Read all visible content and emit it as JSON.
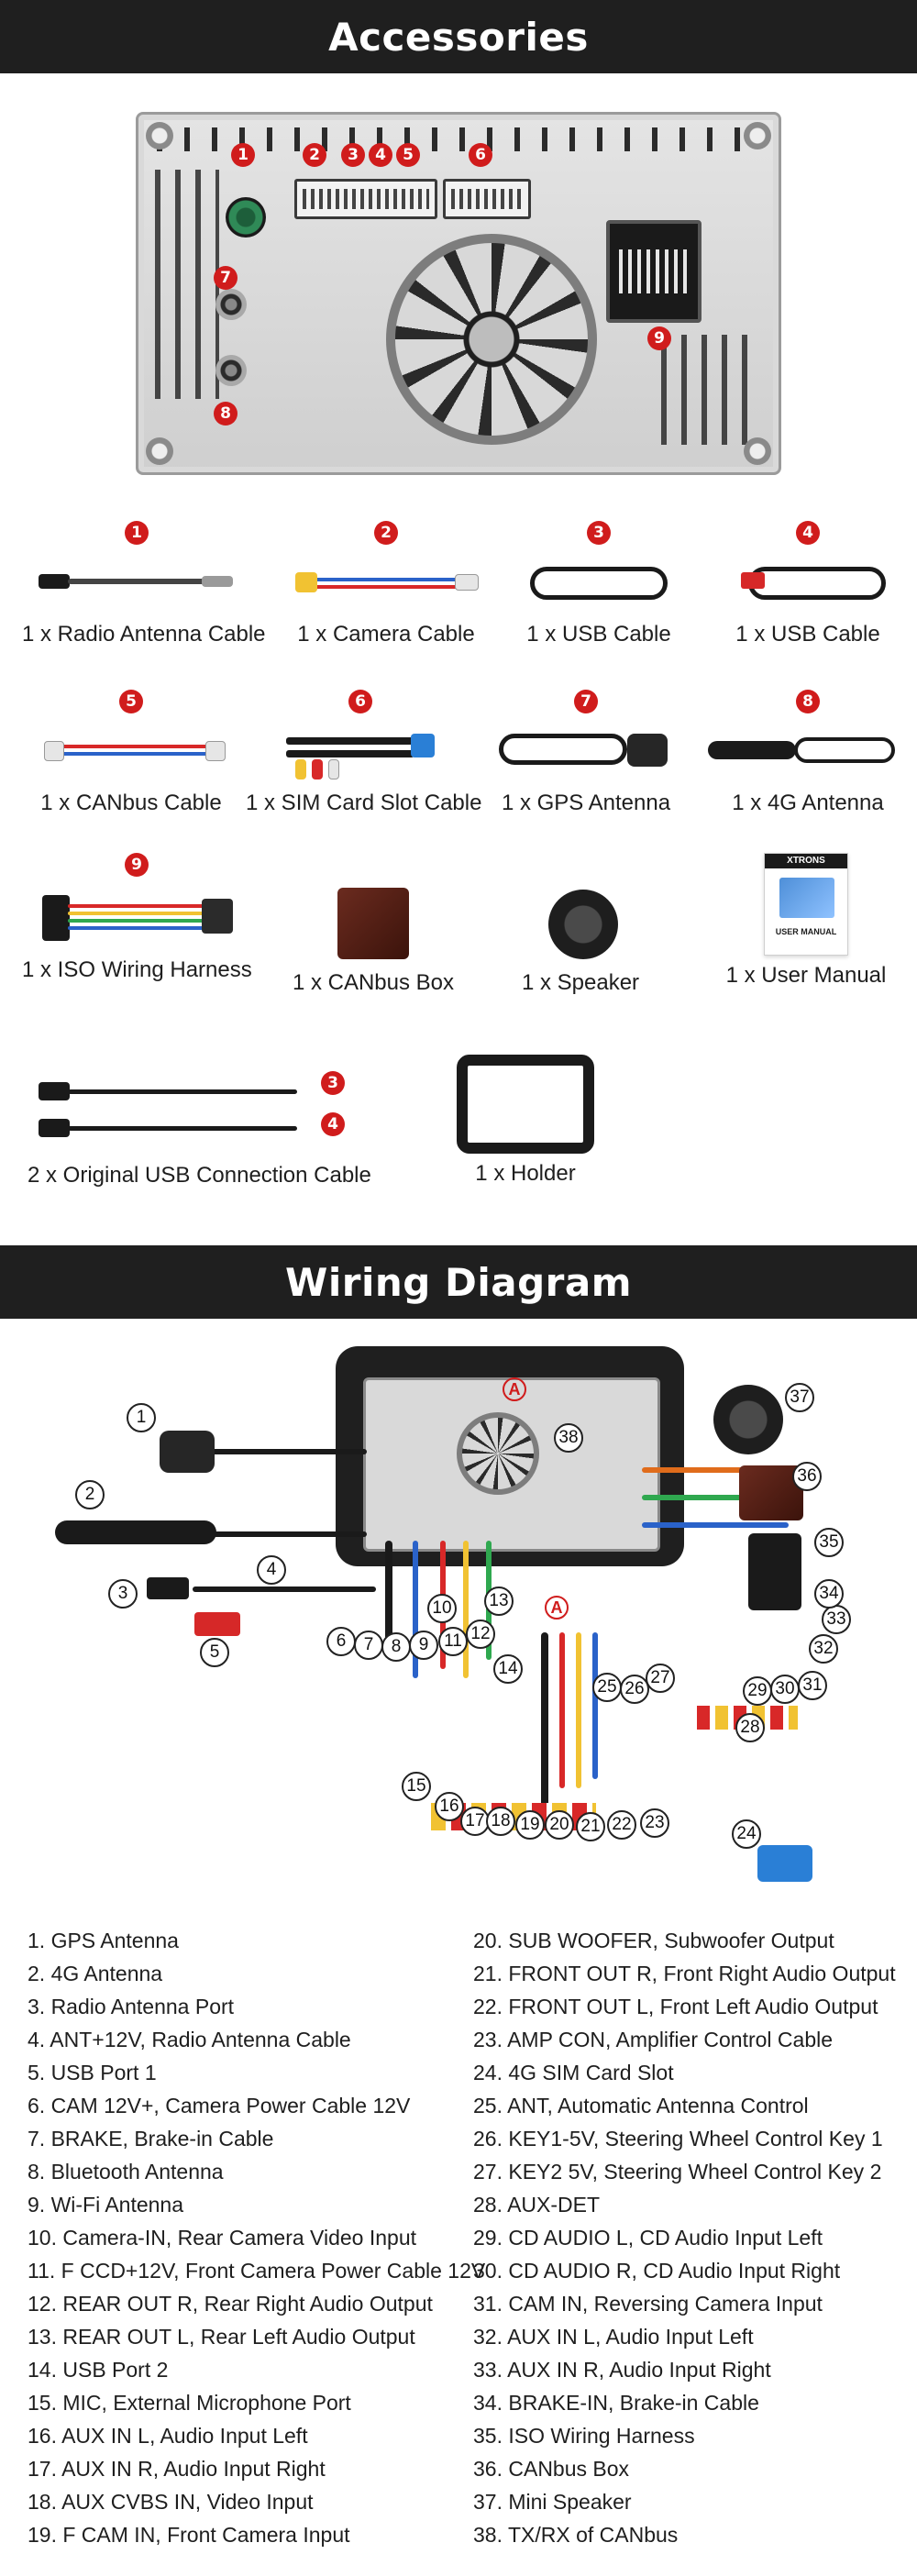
{
  "sections": {
    "accessories_title": "Accessories",
    "wiring_title": "Wiring Diagram"
  },
  "unit_badges": [
    "1",
    "2",
    "3",
    "4",
    "5",
    "6",
    "7",
    "8",
    "9"
  ],
  "accessories": [
    {
      "num": "1",
      "label": "1 x Radio Antenna Cable"
    },
    {
      "num": "2",
      "label": "1 x Camera Cable"
    },
    {
      "num": "3",
      "label": "1 x USB Cable"
    },
    {
      "num": "4",
      "label": "1 x USB Cable"
    },
    {
      "num": "5",
      "label": "1 x CANbus Cable"
    },
    {
      "num": "6",
      "label": "1 x SIM Card Slot Cable"
    },
    {
      "num": "7",
      "label": "1 x GPS Antenna"
    },
    {
      "num": "8",
      "label": "1 x 4G Antenna"
    },
    {
      "num": "9",
      "label": "1 x ISO Wiring Harness"
    },
    {
      "num": "",
      "label": "1 x CANbus Box"
    },
    {
      "num": "",
      "label": "1 x Speaker"
    },
    {
      "num": "",
      "label": "1 x User Manual"
    },
    {
      "num": "",
      "label": "2 x Original USB Connection Cable"
    },
    {
      "num": "",
      "label": "1 x Holder"
    }
  ],
  "usb_cable_badges": [
    "3",
    "4"
  ],
  "manual": {
    "brand": "XTRONS",
    "caption": "USER MANUAL"
  },
  "wiring_markers": [
    "A",
    "A"
  ],
  "wiring_numbers": [
    "1",
    "2",
    "3",
    "4",
    "5",
    "6",
    "7",
    "8",
    "9",
    "10",
    "11",
    "12",
    "13",
    "14",
    "15",
    "16",
    "17",
    "18",
    "19",
    "20",
    "21",
    "22",
    "23",
    "24",
    "25",
    "26",
    "27",
    "28",
    "29",
    "30",
    "31",
    "32",
    "33",
    "34",
    "35",
    "36",
    "37",
    "38"
  ],
  "legend_left": [
    "1. GPS Antenna",
    "2. 4G Antenna",
    "3. Radio Antenna Port",
    "4. ANT+12V, Radio Antenna Cable",
    "5. USB Port 1",
    "6. CAM 12V+, Camera Power Cable 12V",
    "7. BRAKE, Brake-in Cable",
    "8. Bluetooth Antenna",
    "9. Wi-Fi Antenna",
    "10. Camera-IN, Rear Camera Video Input",
    "11. F CCD+12V, Front Camera Power Cable 12V",
    "12. REAR OUT R, Rear Right Audio Output",
    "13. REAR OUT L, Rear Left Audio Output",
    "14. USB Port 2",
    "15. MIC, External Microphone Port",
    "16. AUX IN L, Audio Input Left",
    "17. AUX IN R, Audio Input Right",
    "18. AUX CVBS IN, Video Input",
    "19. F CAM IN, Front Camera Input"
  ],
  "legend_right": [
    "20. SUB WOOFER, Subwoofer Output",
    "21. FRONT OUT R, Front Right Audio Output",
    "22. FRONT OUT L, Front Left Audio Output",
    "23. AMP CON, Amplifier Control Cable",
    "24. 4G SIM Card Slot",
    "25. ANT, Automatic Antenna Control",
    "26. KEY1-5V, Steering Wheel Control Key 1",
    "27. KEY2 5V, Steering Wheel Control Key 2",
    "28. AUX-DET",
    "29. CD AUDIO L, CD Audio Input Left",
    "30. CD AUDIO R, CD Audio Input Right",
    "31. CAM IN, Reversing Camera Input",
    "32. AUX IN L, Audio Input Left",
    "33. AUX IN R, Audio Input Right",
    "34. BRAKE-IN, Brake-in Cable",
    "35. ISO Wiring Harness",
    "36. CANbus Box",
    "37. Mini Speaker",
    "38. TX/RX of CANbus"
  ]
}
